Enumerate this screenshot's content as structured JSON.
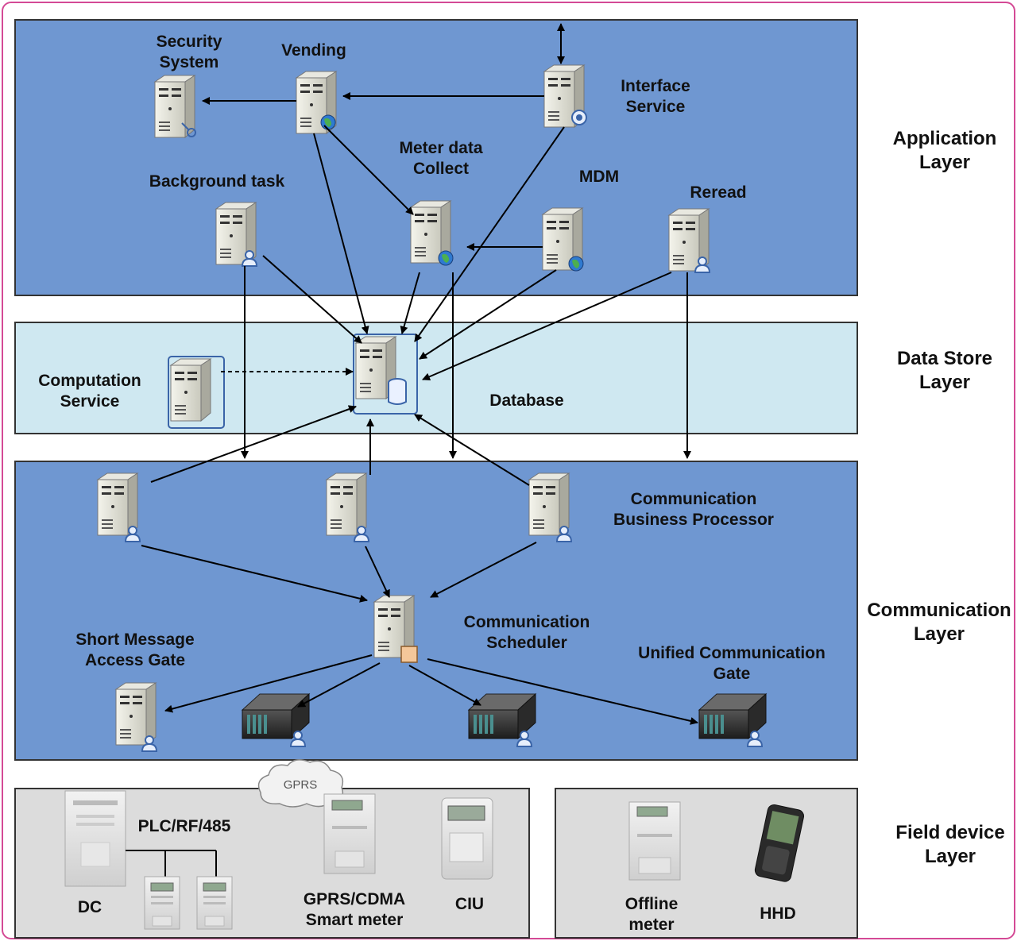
{
  "layers": {
    "application": "Application\nLayer",
    "data_store": "Data Store\nLayer",
    "communication": "Communication\nLayer",
    "field_device": "Field device\nLayer"
  },
  "nodes": {
    "security_system": "Security\nSystem",
    "vending": "Vending",
    "interface_service": "Interface\nService",
    "meter_data_collect": "Meter data\nCollect",
    "background_task": "Background task",
    "mdm": "MDM",
    "reread": "Reread",
    "computation_service": "Computation\nService",
    "database": "Database",
    "comm_business_processor": "Communication\nBusiness Processor",
    "comm_scheduler": "Communication\nScheduler",
    "short_message_gate": "Short Message\nAccess Gate",
    "unified_comm_gate": "Unified Communication\nGate"
  },
  "field_devices": {
    "gprs_cloud": "GPRS",
    "plc": "PLC/RF/485",
    "dc": "DC",
    "gprs_cdma_meter": "GPRS/CDMA\nSmart meter",
    "ciu": "CIU",
    "offline_meter": "Offline\nmeter",
    "hhd": "HHD"
  },
  "colors": {
    "border": "#d44a95",
    "band_blue": "#6f97d1",
    "band_light": "#cfe8f1",
    "band_gray": "#dcdcdc"
  }
}
